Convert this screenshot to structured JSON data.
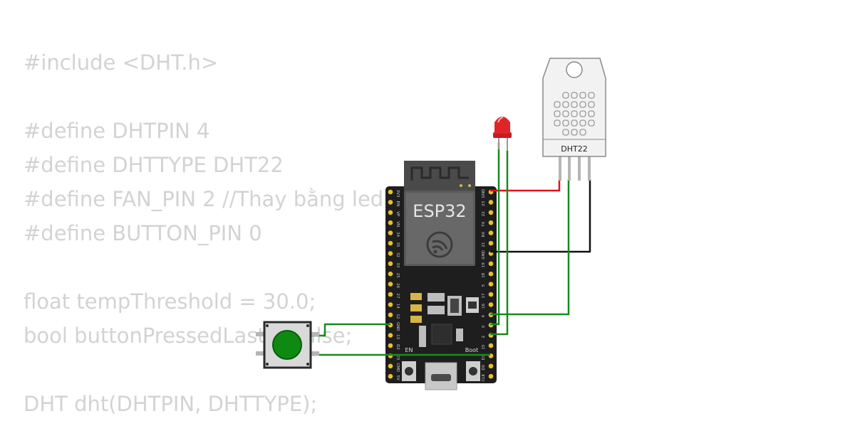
{
  "code_lines": [
    "#include <DHT.h>",
    "",
    "#define DHTPIN 4",
    "#define DHTTYPE DHT22",
    "#define FAN_PIN 2 //Thay bằng led",
    "#define BUTTON_PIN 0",
    "",
    "float tempThreshold = 30.0;",
    "bool buttonPressedLast = false;",
    "",
    "DHT dht(DHTPIN, DHTTYPE);"
  ],
  "board": {
    "label": "ESP32",
    "en_label": "EN",
    "boot_label": "Boot",
    "left_pins": [
      "3V3",
      "EN",
      "VP",
      "VN",
      "34",
      "35",
      "32",
      "33",
      "25",
      "26",
      "27",
      "14",
      "12",
      "GND",
      "13",
      "D2",
      "D3",
      "CMD",
      "5V"
    ],
    "right_pins": [
      "GND",
      "23",
      "22",
      "TX",
      "RX",
      "21",
      "GND",
      "19",
      "18",
      "5",
      "17",
      "16",
      "4",
      "0",
      "2",
      "15",
      "D1",
      "D0",
      "CLK"
    ]
  },
  "sensor": {
    "label": "DHT22"
  },
  "colors": {
    "code_text": "#d3d3d3",
    "wire_red": "#e0111b",
    "wire_black": "#111111",
    "wire_green": "#188a1e",
    "board_pcb": "#1e1e1e",
    "led_red": "#e0252a",
    "button_cap": "#0e8a12"
  }
}
